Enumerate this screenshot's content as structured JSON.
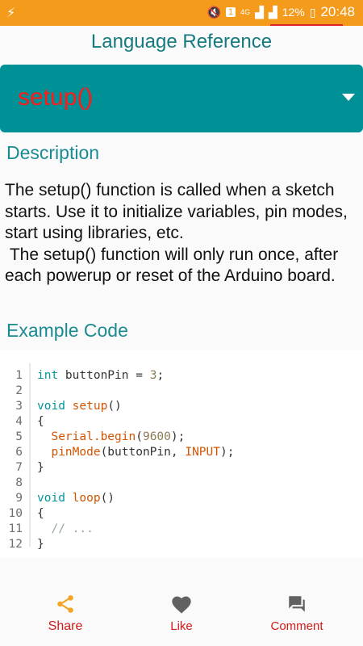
{
  "status": {
    "signal_label": "4G",
    "battery": "12%",
    "time": "20:48",
    "notif_badge": "1"
  },
  "header": {
    "title": "Language Reference"
  },
  "dropdown": {
    "selected": "setup()"
  },
  "description": {
    "title": "Description",
    "text": "The setup() function is called when a sketch starts. Use it to initialize variables, pin modes, start using libraries, etc.\n The setup() function will only run once, after each powerup or reset of the Arduino board."
  },
  "example": {
    "title": "Example Code",
    "lines": [
      {
        "n": "1"
      },
      {
        "n": "2"
      },
      {
        "n": "3"
      },
      {
        "n": "4"
      },
      {
        "n": "5"
      },
      {
        "n": "6"
      },
      {
        "n": "7"
      },
      {
        "n": "8"
      },
      {
        "n": "9"
      },
      {
        "n": "10"
      },
      {
        "n": "11"
      },
      {
        "n": "12"
      }
    ],
    "code": {
      "l1_kw": "int",
      "l1_rest": " buttonPin = ",
      "l1_num": "3",
      "l1_end": ";",
      "l3_kw": "void",
      "l3_fn": "setup",
      "l3_end": "()",
      "l4": "{",
      "l5_fn": "Serial.begin",
      "l5_open": "(",
      "l5_num": "9600",
      "l5_end": ");",
      "l6_fn": "pinMode",
      "l6_mid": "(buttonPin, ",
      "l6_kw": "INPUT",
      "l6_end": ");",
      "l7": "}",
      "l9_kw": "void",
      "l9_fn": "loop",
      "l9_end": "()",
      "l10": "{",
      "l11_cm": "// ...",
      "l12": "}"
    }
  },
  "nav": {
    "share": "Share",
    "like": "Like",
    "comment": "Comment"
  },
  "colors": {
    "accent": "#009196",
    "status_bar": "#f59b1b",
    "nav_label": "#d11a1a",
    "share_icon": "#f5a524"
  }
}
